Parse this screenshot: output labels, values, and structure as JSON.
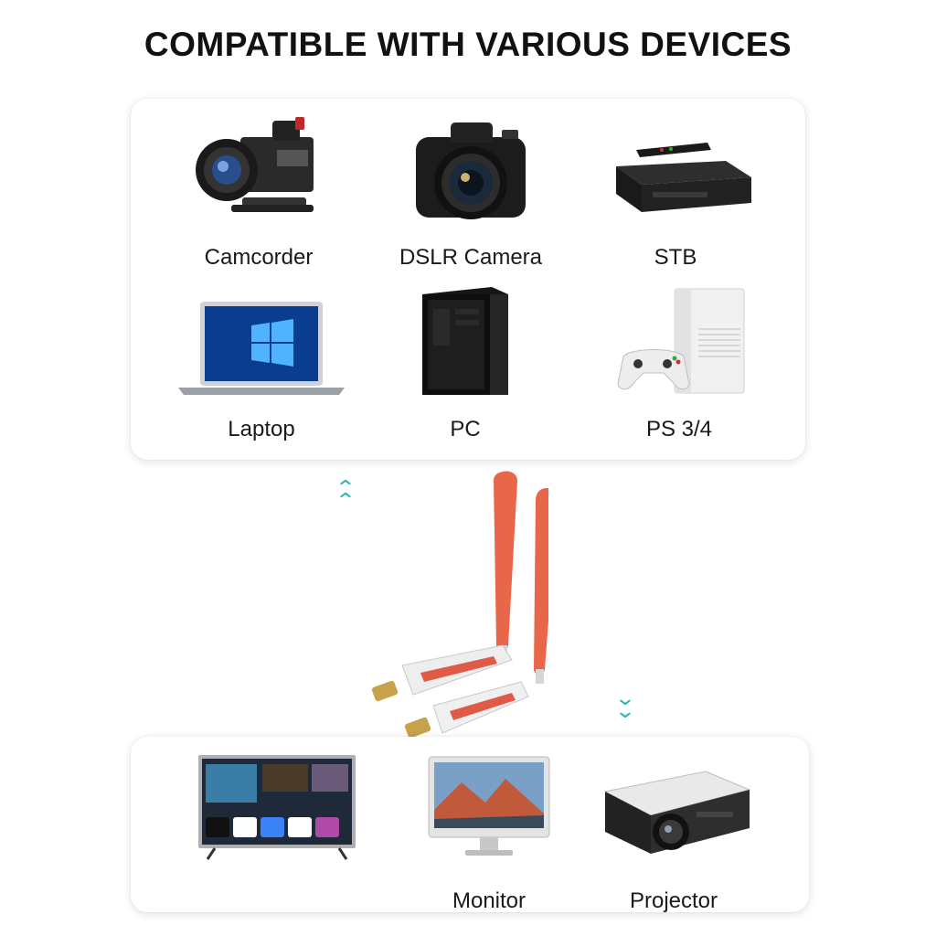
{
  "headline": "COMPATIBLE WITH VARIOUS DEVICES",
  "source_devices": [
    {
      "label": "Camcorder",
      "icon": "camcorder-icon"
    },
    {
      "label": "DSLR Camera",
      "icon": "dslr-camera-icon"
    },
    {
      "label": "STB",
      "icon": "set-top-box-icon"
    },
    {
      "label": "Laptop",
      "icon": "laptop-icon"
    },
    {
      "label": "PC",
      "icon": "pc-tower-icon"
    },
    {
      "label": "PS 3/4",
      "icon": "game-console-icon"
    }
  ],
  "display_devices": [
    {
      "label": "",
      "icon": "smart-tv-icon"
    },
    {
      "label": "Monitor",
      "icon": "monitor-icon"
    },
    {
      "label": "Projector",
      "icon": "projector-icon"
    }
  ],
  "center_product": {
    "icon": "wireless-hdmi-kit-icon",
    "antenna_color": "#e8664a"
  },
  "arrow_up": {
    "glyph": "^^",
    "icon": "upload-arrows-icon"
  },
  "arrow_down": {
    "glyph": "vv",
    "icon": "download-arrows-icon"
  },
  "colors": {
    "accent": "#2cb8b0",
    "antenna": "#e8664a"
  }
}
